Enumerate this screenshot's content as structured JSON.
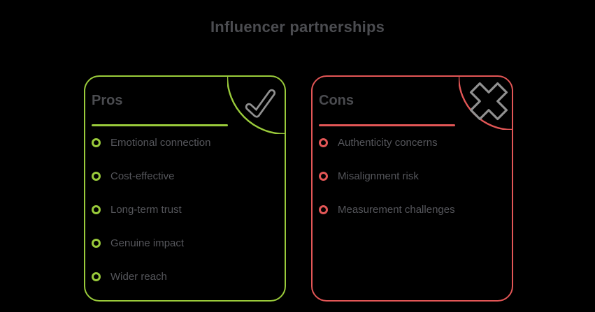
{
  "title": "Influencer partnerships",
  "colors": {
    "pros_accent": "#9ACB3B",
    "cons_accent": "#E25656",
    "icon_gray": "#909090",
    "title_text": "#4B4C50",
    "item_text": "#55565B",
    "background": "#000000"
  },
  "pros_card": {
    "label": "Pros",
    "icon": "check-icon",
    "items": [
      "Emotional connection",
      "Cost-effective",
      "Long-term trust",
      "Genuine impact",
      "Wider reach"
    ]
  },
  "cons_card": {
    "label": "Cons",
    "icon": "cross-icon",
    "items": [
      "Authenticity concerns",
      "Misalignment risk",
      "Measurement challenges"
    ]
  }
}
